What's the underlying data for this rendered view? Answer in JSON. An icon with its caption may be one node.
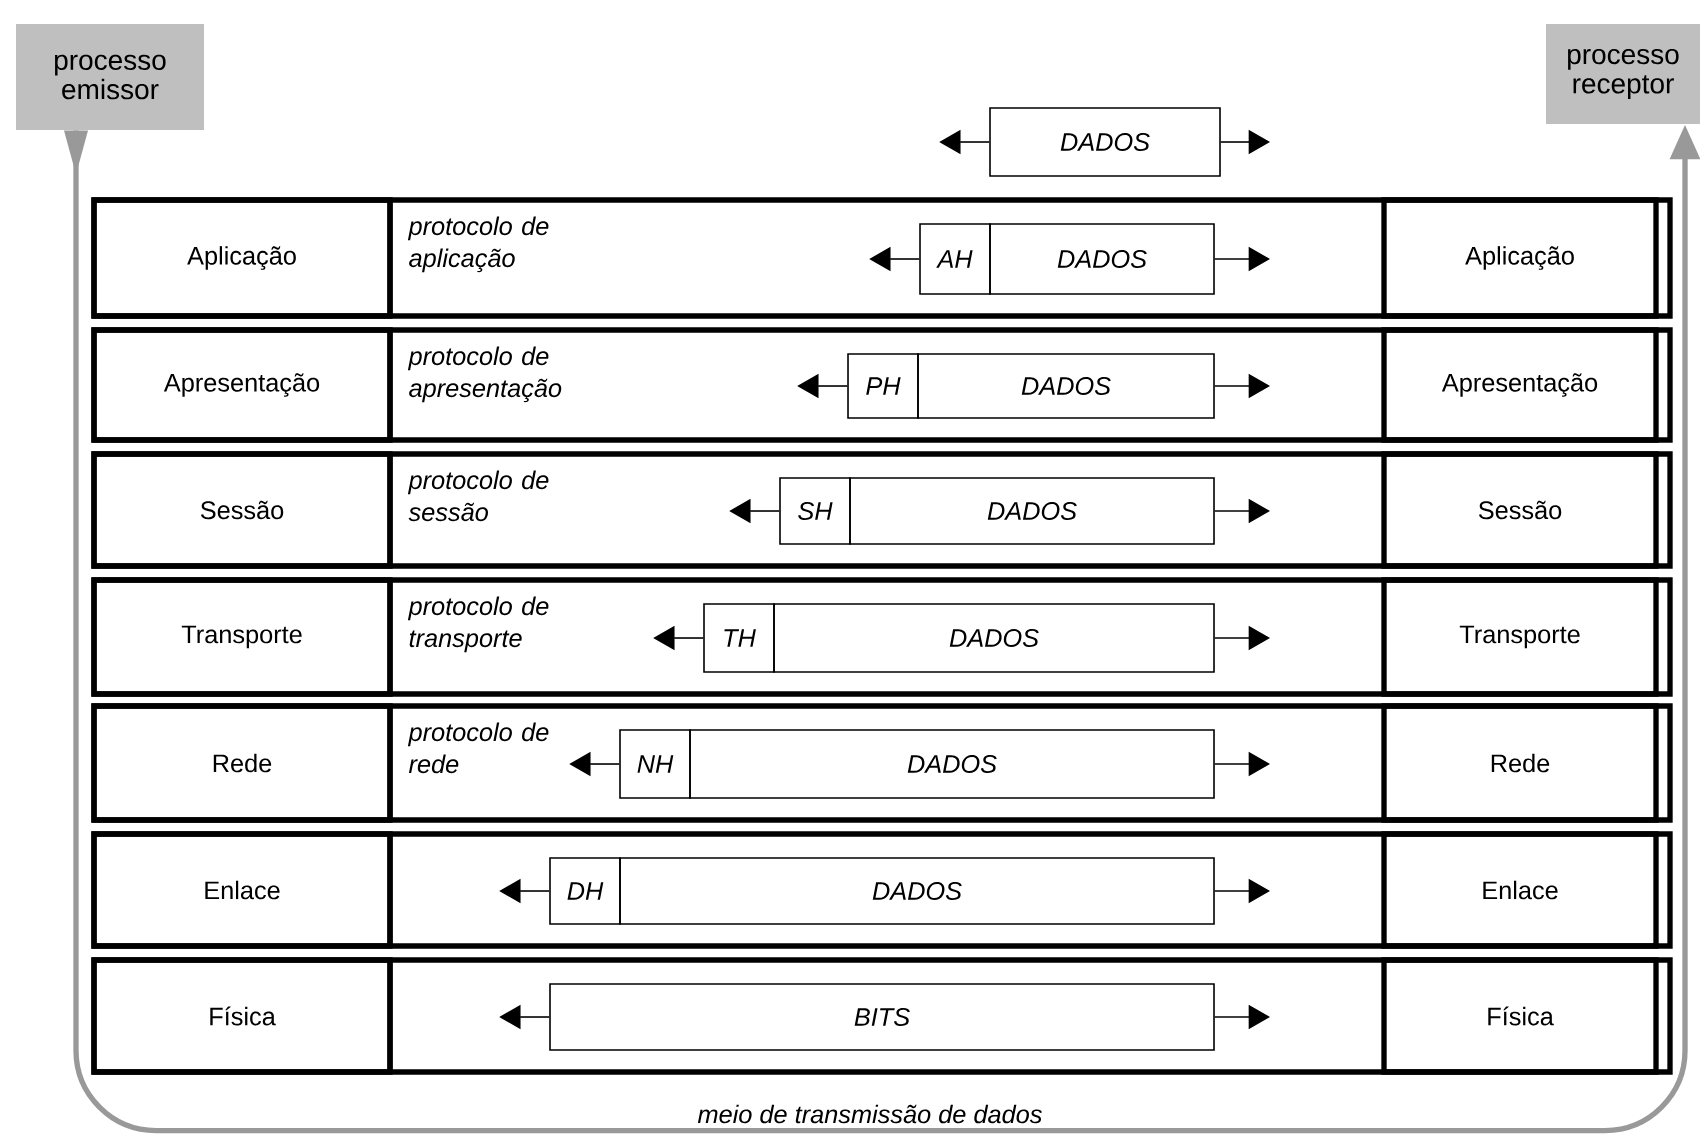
{
  "diagram": {
    "nodes": [
      {
        "text": [
          "processo emissor"
        ]
      },
      {
        "text": [
          "processo receptor"
        ]
      },
      {
        "text": [
          "DADOS"
        ]
      },
      {
        "text": [
          "Aplicação"
        ]
      },
      {
        "text": [
          "AH"
        ]
      },
      {
        "text": [
          "DADOS"
        ]
      },
      {
        "text": [
          "Aplicação"
        ]
      },
      {
        "text": [
          "Apresentação"
        ]
      },
      {
        "text": [
          "PH"
        ]
      },
      {
        "text": [
          "DADOS"
        ]
      },
      {
        "text": [
          "Apresentação"
        ]
      },
      {
        "text": [
          "Sessão"
        ]
      },
      {
        "text": [
          "SH"
        ]
      },
      {
        "text": [
          "DADOS"
        ]
      },
      {
        "text": [
          "Sessão"
        ]
      },
      {
        "text": [
          "Transporte"
        ]
      },
      {
        "text": [
          "TH"
        ]
      },
      {
        "text": [
          "DADOS"
        ]
      },
      {
        "text": [
          "Transporte"
        ]
      },
      {
        "text": [
          "Rede"
        ]
      },
      {
        "text": [
          "NH"
        ]
      },
      {
        "text": [
          "DADOS"
        ]
      },
      {
        "text": [
          "Rede"
        ]
      },
      {
        "text": [
          "Enlace"
        ]
      },
      {
        "text": [
          "DH"
        ]
      },
      {
        "text": [
          "DADOS"
        ]
      },
      {
        "text": [
          "Enlace"
        ]
      },
      {
        "text": [
          "Física"
        ]
      },
      {
        "text": [
          "BITS"
        ]
      },
      {
        "text": [
          "Física"
        ]
      }
    ],
    "edges": [
      {
        "from": 0,
        "to": 1,
        "arrow": "to",
        "label": "meio de transmissão de dados",
        "style": "thick",
        "color": "#999999"
      },
      {
        "from": 2,
        "to": null,
        "arrow": "to"
      },
      {
        "from": 2,
        "to": null,
        "arrow": "to"
      },
      {
        "from": 4,
        "to": null,
        "arrow": "to"
      },
      {
        "from": 5,
        "to": null,
        "arrow": "to"
      },
      {
        "from": 8,
        "to": null,
        "arrow": "to"
      },
      {
        "from": 9,
        "to": null,
        "arrow": "to"
      },
      {
        "from": 12,
        "to": null,
        "arrow": "to"
      },
      {
        "from": 13,
        "to": null,
        "arrow": "to"
      },
      {
        "from": 16,
        "to": null,
        "arrow": "to"
      },
      {
        "from": 17,
        "to": null,
        "arrow": "to"
      },
      {
        "from": 20,
        "to": null,
        "arrow": "to"
      },
      {
        "from": 21,
        "to": null,
        "arrow": "to"
      },
      {
        "from": 24,
        "to": null,
        "arrow": "to"
      },
      {
        "from": 25,
        "to": null,
        "arrow": "to"
      },
      {
        "from": 28,
        "to": null,
        "arrow": "to"
      },
      {
        "from": 28,
        "to": null,
        "arrow": "to"
      }
    ],
    "labels": [
      "protocolo de aplicação",
      "protocolo de apresentação",
      "protocolo de sessão",
      "protocolo de transporte",
      "protocolo de rede"
    ]
  }
}
